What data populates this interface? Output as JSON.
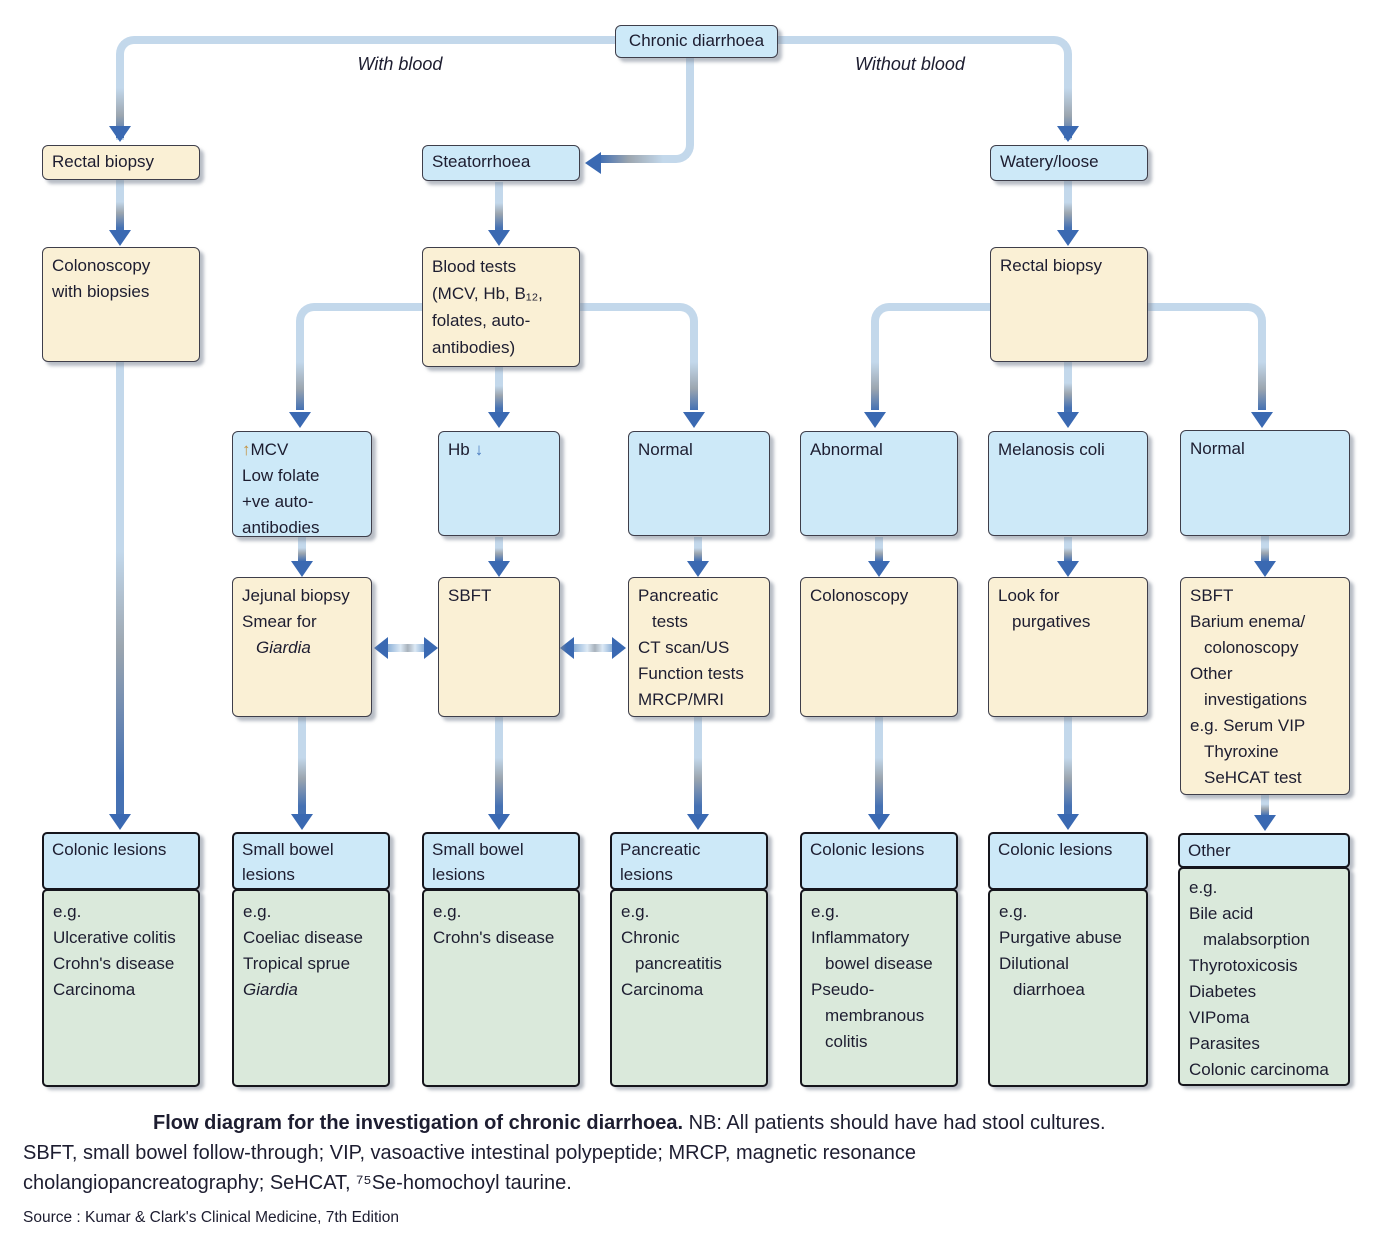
{
  "title_box": "Chronic diarrhoea",
  "branch_labels": {
    "left": "With blood",
    "right": "Without blood"
  },
  "process_boxes": {
    "rectal_biopsy_left": "Rectal biopsy",
    "colonoscopy_with_biopsies": [
      "Colonoscopy",
      "with biopsies"
    ],
    "steatorrhoea": "Steatorrhoea",
    "blood_tests": [
      "Blood tests",
      "(MCV, Hb, B₁₂,",
      "folates, auto-",
      "antibodies)"
    ],
    "watery_loose": "Watery/loose",
    "rectal_biopsy_right": "Rectal biopsy",
    "mcv": {
      "arrow": "↑",
      "line1": "MCV",
      "rest": [
        "Low folate",
        "+ve auto-",
        "antibodies"
      ]
    },
    "hb": {
      "text": "Hb",
      "arrow": "↓"
    },
    "normal_mid": "Normal",
    "abnormal": "Abnormal",
    "melanosis_coli": "Melanosis coli",
    "normal_right": "Normal",
    "jejunal_biopsy": [
      "Jejunal biopsy",
      "Smear for",
      "Giardia"
    ],
    "sbft_mid": "SBFT",
    "pancreatic_tests": [
      "Pancreatic",
      "tests",
      "CT scan/US",
      "Function tests",
      "MRCP/MRI"
    ],
    "colonoscopy_plain": "Colonoscopy",
    "look_for_purgatives": [
      "Look for",
      "purgatives"
    ],
    "sbft_tall": [
      "SBFT",
      "Barium enema/",
      "colonoscopy",
      "Other",
      "investigations",
      "e.g. Serum VIP",
      "Thyroxine",
      "SeHCAT test"
    ]
  },
  "result_boxes": [
    {
      "head": [
        "Colonic lesions"
      ],
      "body": [
        "e.g.",
        "Ulcerative colitis",
        "Crohn's disease",
        "Carcinoma"
      ]
    },
    {
      "head": [
        "Small bowel",
        "lesions"
      ],
      "body": [
        "e.g.",
        "Coeliac disease",
        "Tropical sprue",
        "Giardia"
      ]
    },
    {
      "head": [
        "Small bowel",
        "lesions"
      ],
      "body": [
        "e.g.",
        "Crohn's disease"
      ]
    },
    {
      "head": [
        "Pancreatic",
        "lesions"
      ],
      "body": [
        "e.g.",
        "Chronic",
        "pancreatitis",
        "Carcinoma"
      ]
    },
    {
      "head": [
        "Colonic lesions"
      ],
      "body": [
        "e.g.",
        "Inflammatory",
        "bowel disease",
        "Pseudo-",
        "membranous",
        "colitis"
      ]
    },
    {
      "head": [
        "Colonic lesions"
      ],
      "body": [
        "e.g.",
        "Purgative abuse",
        "Dilutional",
        "diarrhoea"
      ]
    },
    {
      "head": [
        "Other"
      ],
      "body": [
        "e.g.",
        "Bile acid",
        "malabsorption",
        "Thyrotoxicosis",
        "Diabetes",
        "VIPoma",
        "Parasites",
        "Colonic carcinoma"
      ]
    }
  ],
  "caption": {
    "bold": "Flow diagram for the investigation of chronic diarrhoea.",
    "normal": " NB: All patients should have had stool cultures.",
    "line2": "SBFT, small bowel follow-through; VIP, vasoactive intestinal polypeptide; MRCP, magnetic resonance",
    "line3": "cholangiopancreatography; SeHCAT, ⁷⁵Se-homochoyl taurine.",
    "source": "Source : Kumar & Clark's Clinical Medicine, 7th Edition"
  },
  "colors": {
    "box_tan": "#faf0d5",
    "box_blue": "#cde9f8",
    "box_green": "#dae9db",
    "arrow_blue": "#3a69b2"
  }
}
